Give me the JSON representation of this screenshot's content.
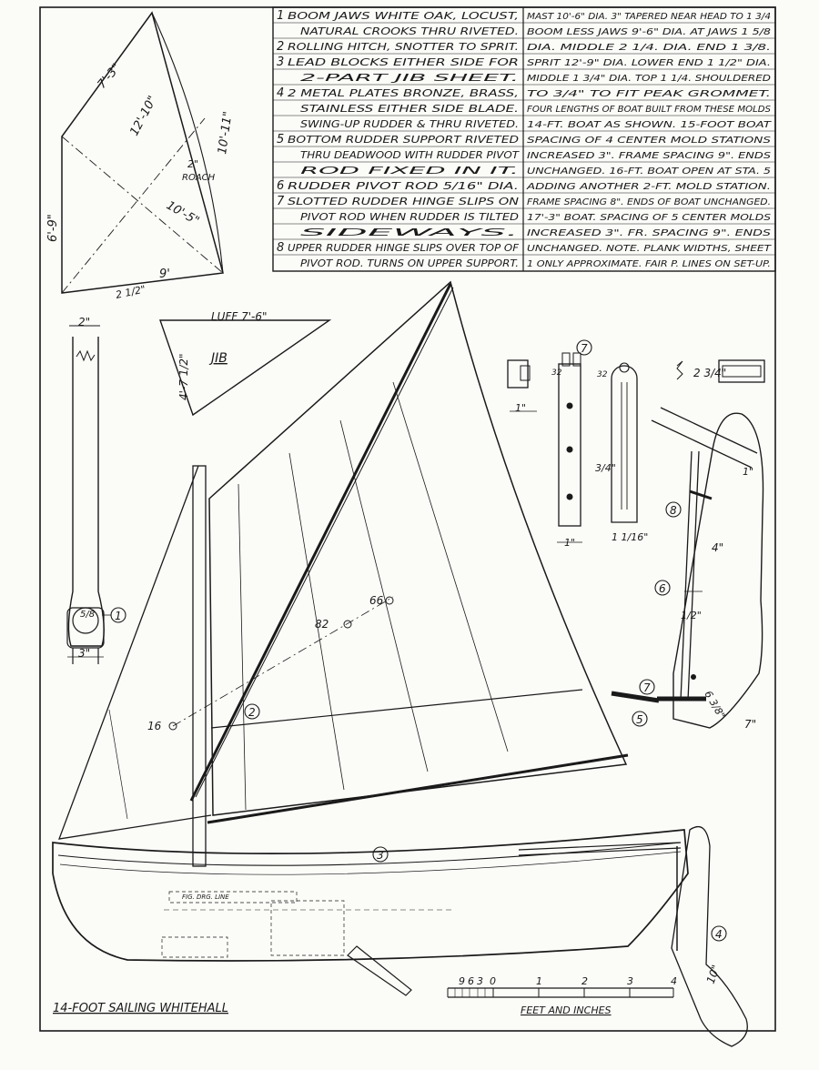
{
  "notes_left": [
    {
      "num": "1",
      "text": "BOOM JAWS WHITE OAK, LOCUST,"
    },
    {
      "num": "",
      "text": "NATURAL CROOKS THRU RIVETED."
    },
    {
      "num": "2",
      "text": "ROLLING HITCH, SNOTTER TO SPRIT."
    },
    {
      "num": "3",
      "text": "LEAD BLOCKS EITHER SIDE FOR"
    },
    {
      "num": "",
      "text": "2-PART JIB SHEET."
    },
    {
      "num": "4",
      "text": "2 METAL PLATES BRONZE, BRASS,"
    },
    {
      "num": "",
      "text": "STAINLESS EITHER SIDE BLADE."
    },
    {
      "num": "",
      "text": "SWING-UP RUDDER & THRU RIVETED."
    },
    {
      "num": "5",
      "text": "BOTTOM RUDDER SUPPORT RIVETED"
    },
    {
      "num": "",
      "text": "THRU DEADWOOD WITH RUDDER PIVOT"
    },
    {
      "num": "",
      "text": "ROD FIXED IN IT."
    },
    {
      "num": "6",
      "text": "RUDDER PIVOT ROD 5/16\" DIA."
    },
    {
      "num": "7",
      "text": "SLOTTED RUDDER HINGE SLIPS ON"
    },
    {
      "num": "",
      "text": "PIVOT ROD WHEN RUDDER IS TILTED"
    },
    {
      "num": "",
      "text": "SIDEWAYS."
    },
    {
      "num": "8",
      "text": "UPPER RUDDER HINGE SLIPS OVER TOP OF"
    },
    {
      "num": "",
      "text": "PIVOT ROD. TURNS ON UPPER SUPPORT."
    }
  ],
  "notes_right": [
    "MAST 10'-6\" DIA. 3\" TAPERED NEAR HEAD TO 1 3/4",
    "BOOM LESS JAWS 9'-6\" DIA. AT JAWS 1 5/8",
    "DIA. MIDDLE 2 1/4. DIA. END 1 3/8.",
    "SPRIT 12'-9\" DIA. LOWER END 1 1/2\" DIA.",
    "MIDDLE 1 3/4\" DIA. TOP 1 1/4. SHOULDERED",
    "TO 3/4\" TO FIT PEAK GROMMET.",
    "FOUR LENGTHS OF BOAT BUILT FROM THESE MOLDS",
    "14-FT. BOAT AS SHOWN. 15-FOOT BOAT",
    "SPACING OF 4 CENTER MOLD STATIONS",
    "INCREASED 3\". FRAME SPACING 9\". ENDS",
    "UNCHANGED. 16-FT. BOAT OPEN AT STA. 5",
    "ADDING ANOTHER 2-FT. MOLD STATION.",
    "FRAME SPACING 8\". ENDS OF BOAT UNCHANGED.",
    "17'-3\" BOAT. SPACING OF 5 CENTER MOLDS",
    "INCREASED 3\". FR. SPACING 9\". ENDS",
    "UNCHANGED. NOTE. PLANK WIDTHS, SHEET",
    "1 ONLY APPROXIMATE. FAIR P. LINES ON SET-UP."
  ],
  "sail_plan": {
    "head_to_tack": "7'-3\"",
    "luff_diag": "12'-10\"",
    "leech": "10'-11\"",
    "diagonal": "10'-5\"",
    "roach_value": "2\"",
    "roach_label": "ROACH",
    "left_edge": "6'-9\"",
    "foot": "9'",
    "foot_offset": "2 1/2\""
  },
  "jib": {
    "title": "JIB",
    "luff": "LUFF 7'-6\"",
    "side": "4'-7 1/2\""
  },
  "dims": {
    "tiller_width": "2\"",
    "tiller_bottom": "3\"",
    "jaw_fraction": "5/8",
    "hinge_small": "1\"",
    "hinge_w": "1\"",
    "hinge_right": "1 1/16\"",
    "hinge_mid": "3/4\"",
    "hinge_32a": "32",
    "hinge_32b": "32",
    "rudder_top": "2 3/4\"",
    "rudder_4": "4\"",
    "rudder_half": "1/2\"",
    "rudder_6": "6 3/8\"",
    "rudder_7": "7\"",
    "rudder_10": "10\"",
    "rudder_1": "1\""
  },
  "station_labels": [
    "66",
    "82",
    "16"
  ],
  "callouts": [
    "1",
    "2",
    "3",
    "4",
    "5",
    "6",
    "7",
    "8"
  ],
  "hull_text": "FIG. DRG. LINE",
  "scale": {
    "ticks_left": [
      "9",
      "6",
      "3",
      "0"
    ],
    "ticks_right": [
      "1",
      "2",
      "3",
      "4"
    ],
    "caption": "FEET AND INCHES"
  },
  "title": "14-FOOT SAILING WHITEHALL"
}
